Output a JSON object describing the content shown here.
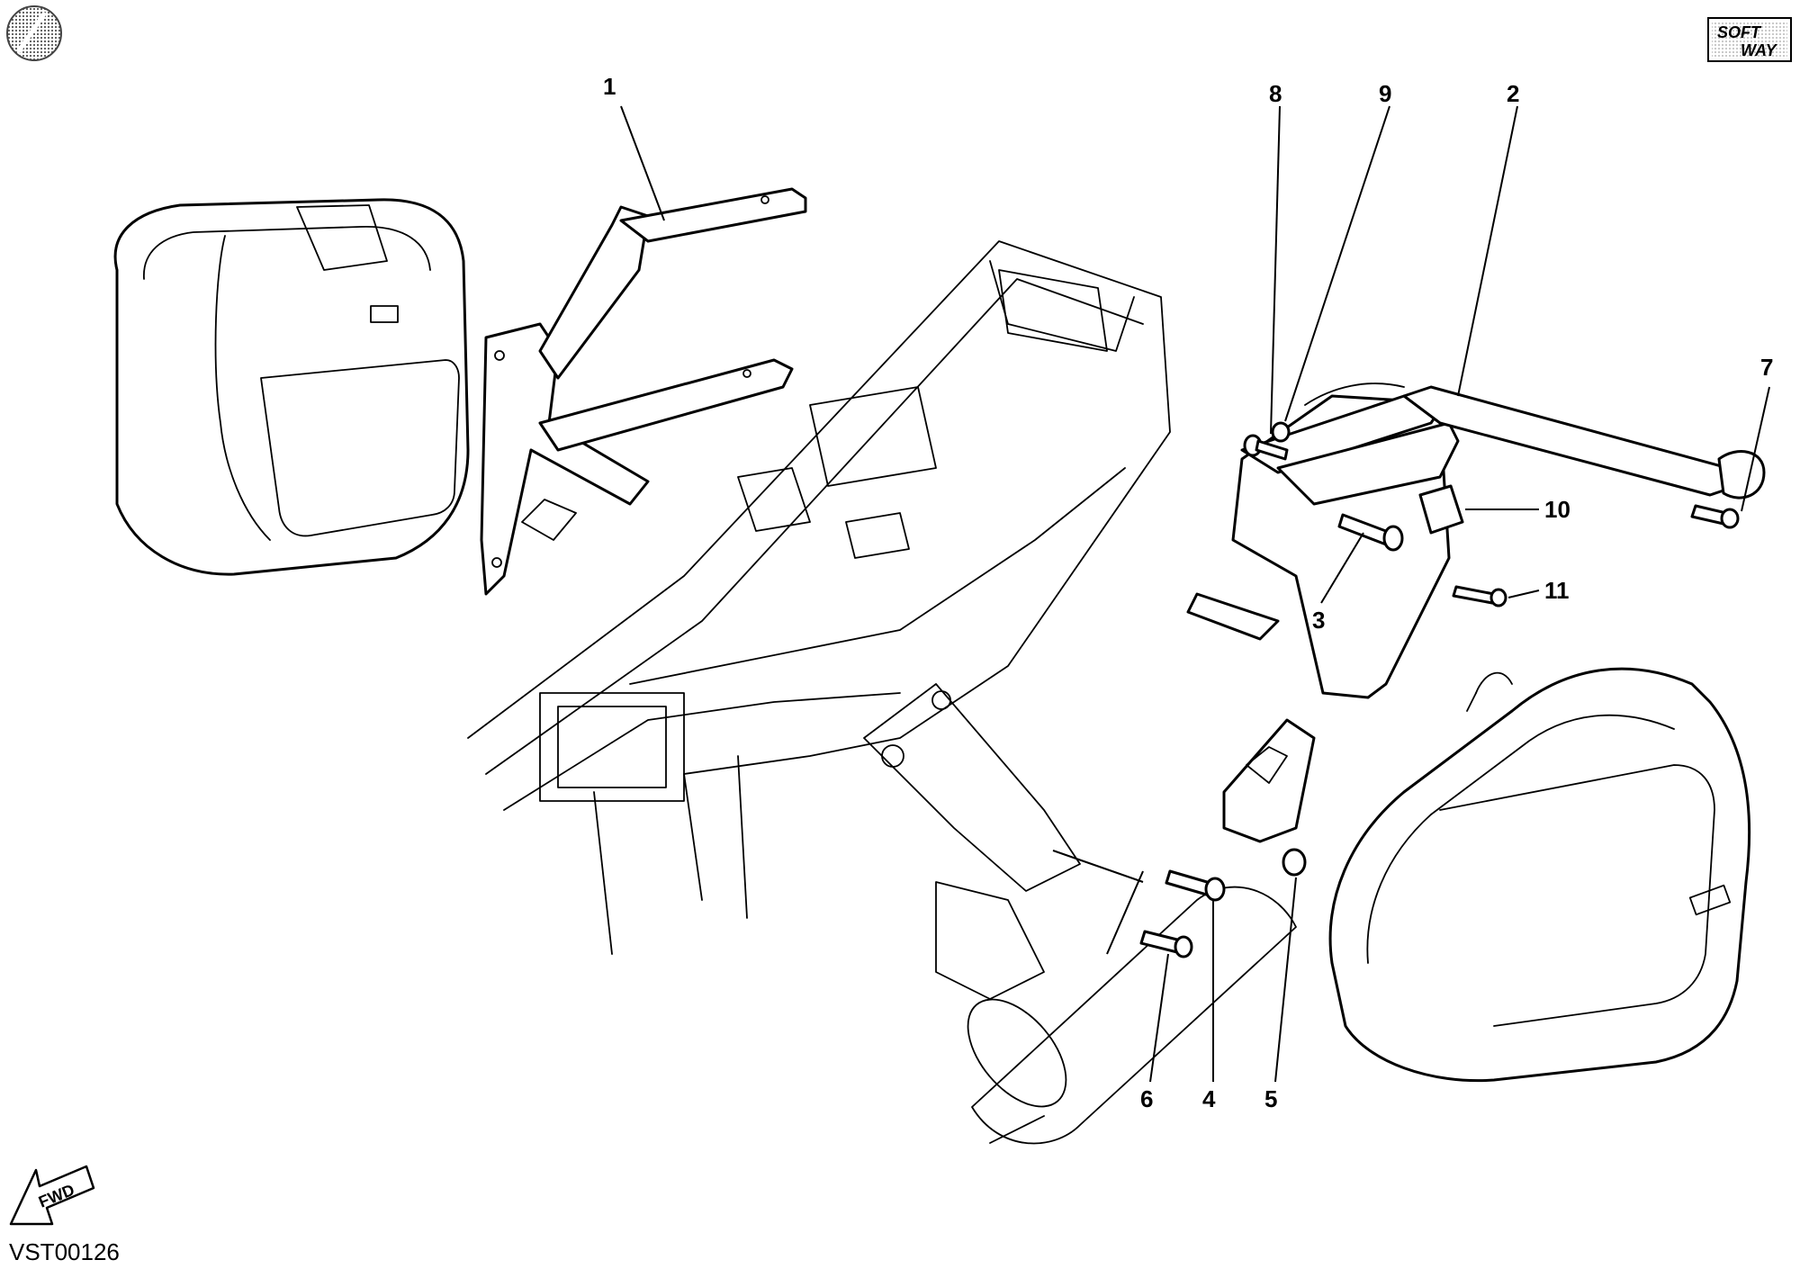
{
  "diagram": {
    "code": "VST00126",
    "fwd_label": "FWD",
    "brand_line1": "SOFT",
    "brand_line2": "WAY",
    "callouts": [
      {
        "id": "1",
        "label": "1"
      },
      {
        "id": "2",
        "label": "2"
      },
      {
        "id": "3",
        "label": "3"
      },
      {
        "id": "4",
        "label": "4"
      },
      {
        "id": "5",
        "label": "5"
      },
      {
        "id": "6",
        "label": "6"
      },
      {
        "id": "7",
        "label": "7"
      },
      {
        "id": "8",
        "label": "8"
      },
      {
        "id": "9",
        "label": "9"
      },
      {
        "id": "10",
        "label": "10"
      },
      {
        "id": "11",
        "label": "11"
      }
    ]
  }
}
